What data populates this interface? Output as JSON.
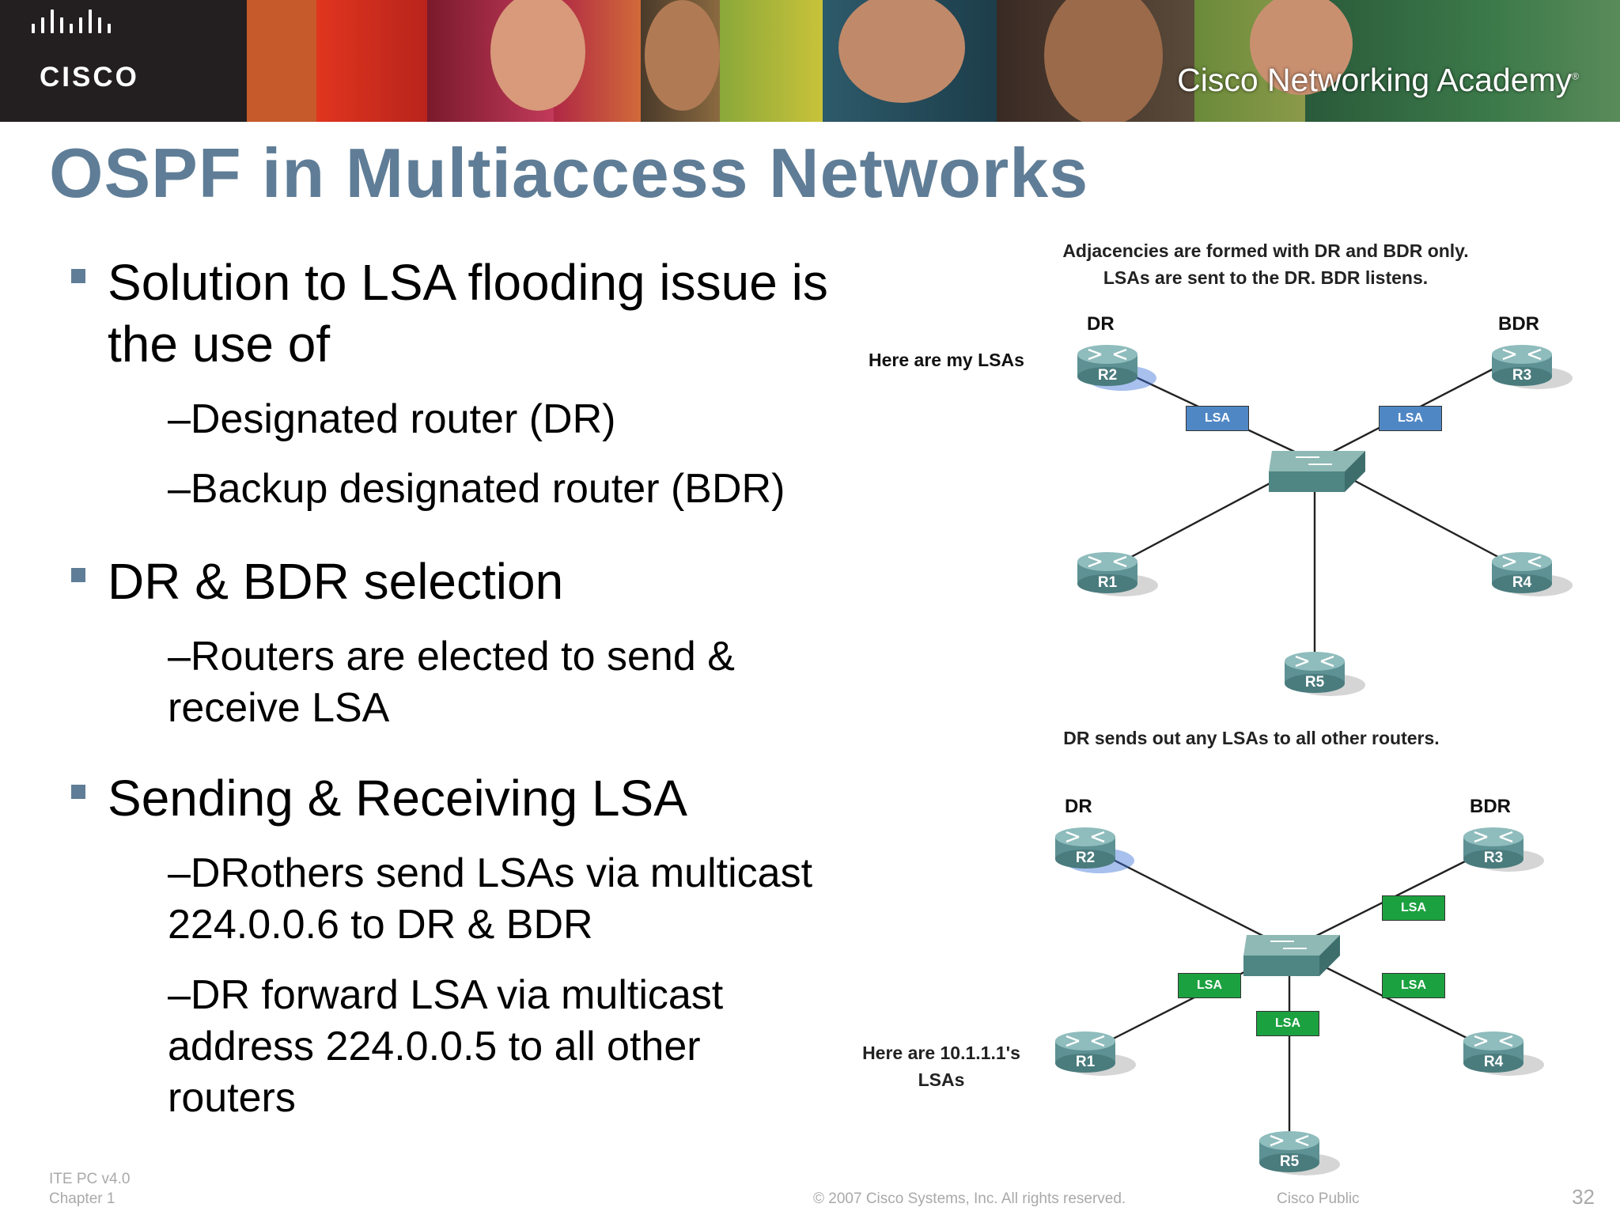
{
  "banner": {
    "logo_text": "CISCO",
    "academy_text": "Cisco Networking Academy",
    "academy_trademark": "®"
  },
  "title": "OSPF in Multiaccess Networks",
  "bullets": [
    {
      "text": "Solution to LSA flooding issue is the use of",
      "subs": [
        "–Designated router (DR)",
        "–Backup designated router (BDR)"
      ]
    },
    {
      "text": "DR & BDR selection",
      "subs": [
        "–Routers are elected to send & receive LSA"
      ]
    },
    {
      "text": "Sending & Receiving LSA",
      "subs": [
        "–DRothers send LSAs via multicast 224.0.0.6 to DR & BDR",
        "–DR forward LSA via multicast address 224.0.0.5 to all other routers"
      ]
    }
  ],
  "diagram_top": {
    "caption_line1": "Adjacencies are formed with DR and BDR only.",
    "caption_line2": "LSAs are sent to the DR. BDR listens.",
    "note": "Here are my LSAs",
    "dr_label": "DR",
    "bdr_label": "BDR",
    "routers": [
      "R2",
      "R3",
      "R1",
      "R4",
      "R5"
    ],
    "lsa_label": "LSA"
  },
  "diagram_bottom": {
    "caption": "DR sends out any LSAs to all other routers.",
    "note_line1": "Here are 10.1.1.1's",
    "note_line2": "LSAs",
    "dr_label": "DR",
    "bdr_label": "BDR",
    "routers": [
      "R2",
      "R3",
      "R1",
      "R4",
      "R5"
    ],
    "lsa_label": "LSA"
  },
  "footer": {
    "course": "ITE PC v4.0",
    "chapter": "Chapter 1",
    "copyright": "© 2007 Cisco Systems, Inc. All rights reserved.",
    "classification": "Cisco Public",
    "page": "32"
  },
  "colors": {
    "title": "#5f7d96",
    "lsa_blue": "#4f87c4",
    "lsa_green": "#1ca140",
    "router_body": "#6a9ea0",
    "dr_glow": "#3b73d6"
  }
}
